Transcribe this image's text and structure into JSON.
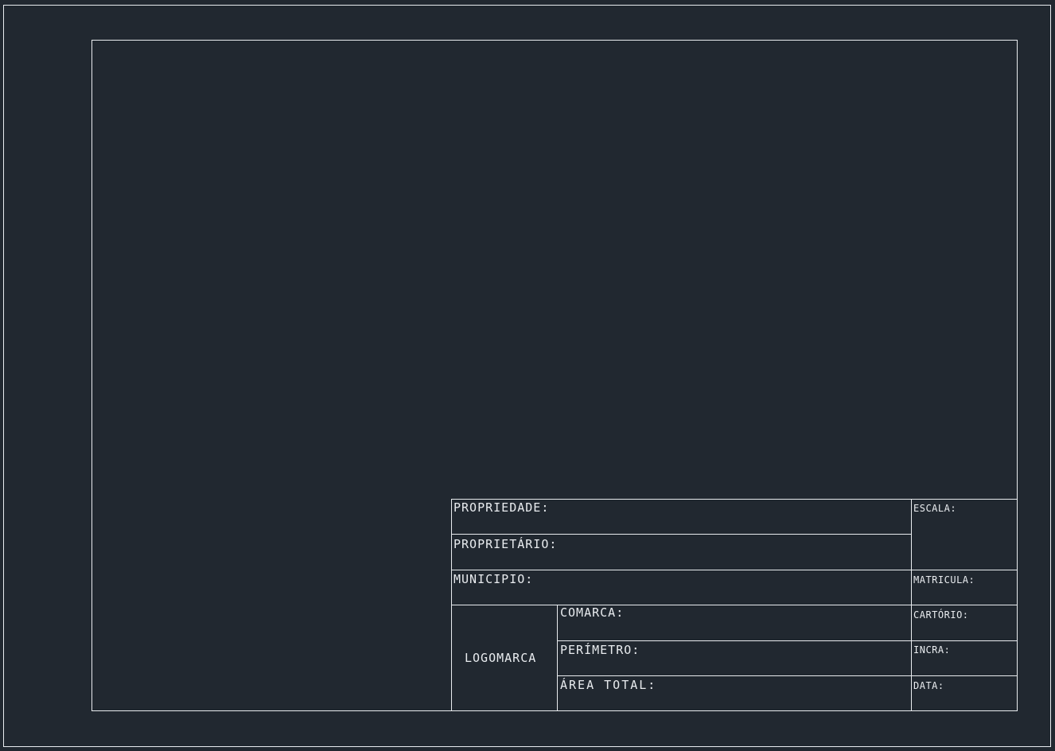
{
  "title_block": {
    "propriedade": "PROPRIEDADE:",
    "proprietario": "PROPRIETÁRIO:",
    "municipio": "MUNICIPIO:",
    "logomarca": "LOGOMARCA",
    "comarca": "COMARCA:",
    "perimetro": "PERÍMETRO:",
    "area_total": "ÁREA TOTAL:",
    "escala": "ESCALA:",
    "matricula": "MATRICULA:",
    "cartorio": "CARTÓRIO:",
    "incra": "INCRA:",
    "data": "DATA:"
  },
  "colors": {
    "background": "#212830",
    "line": "#e9ecef"
  }
}
